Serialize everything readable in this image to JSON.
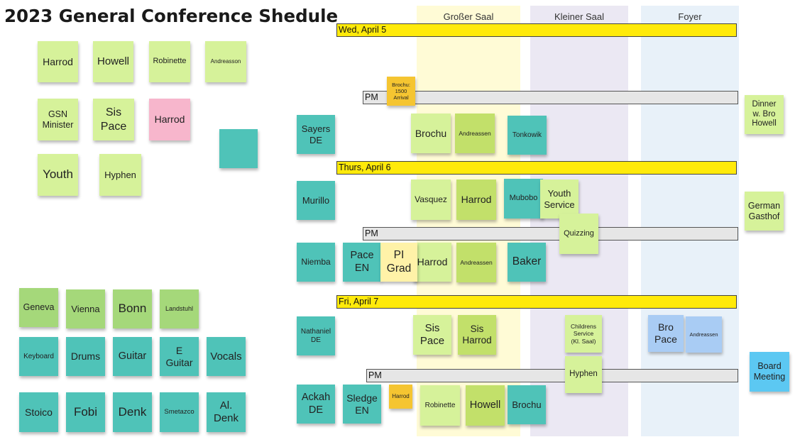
{
  "title": "2023 General Conference Shedule",
  "columns": {
    "grosser_saal": "Großer Saal",
    "kleiner_saal": "Kleiner Saal",
    "foyer": "Foyer"
  },
  "days": {
    "wed": "Wed, April 5",
    "thu": "Thurs, April 6",
    "fri": "Fri, April 7"
  },
  "pm_label": "PM",
  "palette": {
    "col_grosser": "#fffbd6",
    "col_kleiner": "#ebe8f3",
    "col_foyer": "#e8f1f9",
    "daybar": "#ffea0a",
    "pmbar": "#e6e6e6"
  },
  "notes": {
    "pool_harrod": "Harrod",
    "pool_howell": "Howell",
    "pool_robinette": "Robinette",
    "pool_andreasson": "Andreasson",
    "pool_gsn": "GSN\nMinister",
    "pool_sis_pace": "Sis\nPace",
    "pool_harrod_pink": "Harrod",
    "pool_blank": "",
    "pool_youth": "Youth",
    "pool_hyphen": "Hyphen",
    "loc_geneva": "Geneva",
    "loc_vienna": "Vienna",
    "loc_bonn": "Bonn",
    "loc_landstuhl": "Landstuhl",
    "music_keyboard": "Keyboard",
    "music_drums": "Drums",
    "music_guitar": "Guitar",
    "music_eguitar": "E\nGuitar",
    "music_vocals": "Vocals",
    "name_stoico": "Stoico",
    "name_fobi": "Fobi",
    "name_denk": "Denk",
    "name_smetazco": "Smetazco",
    "name_al_denk": "Al.\nDenk",
    "wed_arrival": "Brochu:\n1500\nArrival",
    "wed_dinner": "Dinner\nw. Bro\nHowell",
    "wed_sayers": "Sayers\nDE",
    "wed_brochu": "Brochu",
    "wed_andreassen": "Andreassen",
    "wed_tonkowik": "Tonkowik",
    "thu_murillo": "Murillo",
    "thu_vasquez": "Vasquez",
    "thu_harrod": "Harrod",
    "thu_mubobo": "Mubobo",
    "thu_youth_service": "Youth\nService",
    "thu_german_gasthof": "German\nGasthof",
    "thu_quizzing": "Quizzing",
    "thu_niemba": "Niemba",
    "thu_pace_en": "Pace\nEN",
    "thu_pi_grad": "PI\nGrad",
    "thu_pm_harrod": "Harrod",
    "thu_pm_andreassen": "Andreassen",
    "thu_baker": "Baker",
    "fri_nathaniel": "Nathaniel\nDE",
    "fri_sis_pace": "Sis\nPace",
    "fri_sis_harrod": "Sis\nHarrod",
    "fri_childrens": "Childrens\nService\n(Kl. Saal)",
    "fri_bro_pace": "Bro\nPace",
    "fri_andreassen": "Andreassen",
    "fri_board": "Board\nMeeting",
    "fri_hyphen": "Hyphen",
    "fri_ackah": "Ackah\nDE",
    "fri_sledge": "Sledge\nEN",
    "fri_harrod_small": "Harrod",
    "fri_robinette": "Robinette",
    "fri_howell": "Howell",
    "fri_brochu": "Brochu"
  }
}
